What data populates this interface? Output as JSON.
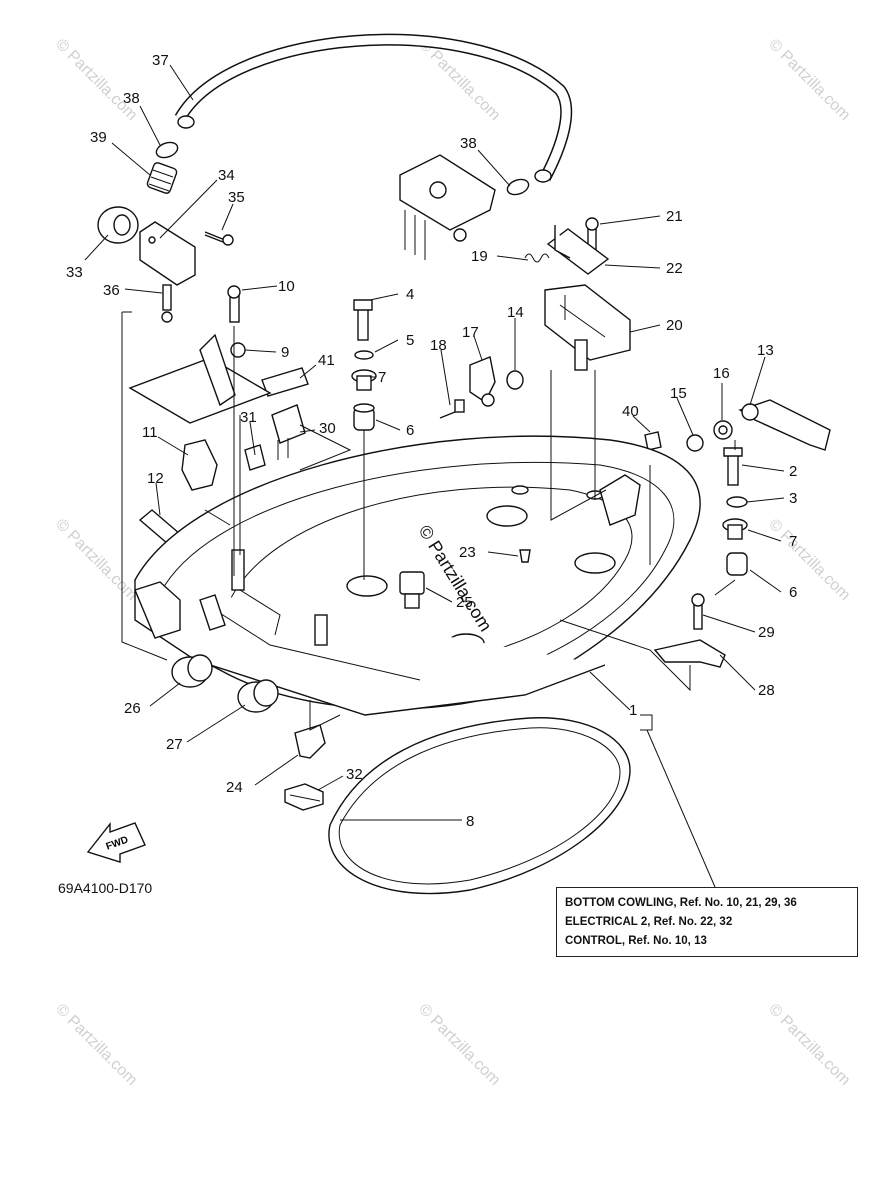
{
  "part_code": "69A4100-D170",
  "fwd_label": "FWD",
  "watermark_brand": "© Partzilla.com",
  "center_watermark": "© Partzilla.com",
  "reference_note": [
    "BOTTOM COWLING, Ref. No. 10, 21, 29, 36",
    "ELECTRICAL 2, Ref. No. 22, 32",
    "CONTROL, Ref. No. 10, 13"
  ],
  "callouts": [
    "37",
    "38",
    "39",
    "34",
    "35",
    "33",
    "36",
    "10",
    "38",
    "21",
    "19",
    "22",
    "4",
    "20",
    "5",
    "17",
    "14",
    "9",
    "41",
    "7",
    "18",
    "13",
    "15",
    "16",
    "31",
    "30",
    "6",
    "40",
    "11",
    "2",
    "3",
    "12",
    "23",
    "7",
    "25",
    "6",
    "29",
    "26",
    "28",
    "1",
    "27",
    "24",
    "32",
    "8"
  ]
}
